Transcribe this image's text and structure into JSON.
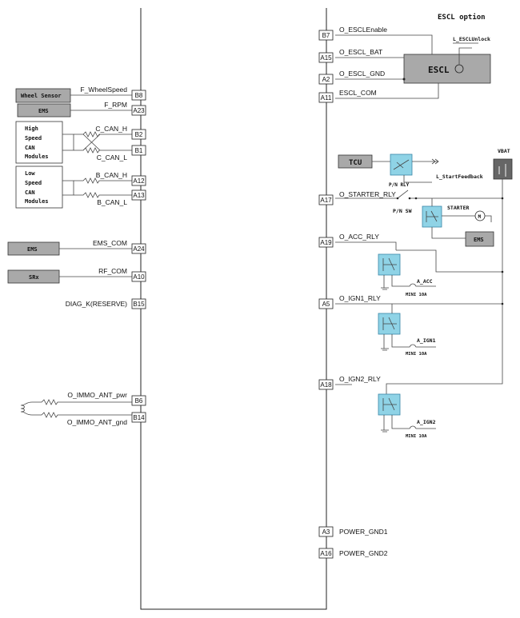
{
  "title": "ESCL option",
  "left_blocks": {
    "wheel_sensor": "Wheel Sensor",
    "ems1": "EMS",
    "hs_can": [
      "High",
      "Speed",
      "CAN",
      "Modules"
    ],
    "ls_can": [
      "Low",
      "Speed",
      "CAN",
      "Modules"
    ],
    "ems2": "EMS",
    "srx": "SRx"
  },
  "left_pins": [
    {
      "pin": "B8",
      "signal": "F_WheelSpeed"
    },
    {
      "pin": "A23",
      "signal": "F_RPM"
    },
    {
      "pin": "B2",
      "signal": "C_CAN_H"
    },
    {
      "pin": "B1",
      "signal": "C_CAN_L"
    },
    {
      "pin": "A12",
      "signal": "B_CAN_H"
    },
    {
      "pin": "A13",
      "signal": "B_CAN_L"
    },
    {
      "pin": "A24",
      "signal": "EMS_COM"
    },
    {
      "pin": "A10",
      "signal": "RF_COM"
    },
    {
      "pin": "B15",
      "signal": "DIAG_K(RESERVE)"
    },
    {
      "pin": "B6",
      "signal": "O_IMMO_ANT_pwr"
    },
    {
      "pin": "B14",
      "signal": "O_IMMO_ANT_gnd"
    }
  ],
  "right_pins": [
    {
      "pin": "B7",
      "signal": "O_ESCLEnable"
    },
    {
      "pin": "A15",
      "signal": "O_ESCL_BAT"
    },
    {
      "pin": "A2",
      "signal": "O_ESCL_GND"
    },
    {
      "pin": "A11",
      "signal": "ESCL_COM"
    },
    {
      "pin": "A17",
      "signal": "O_STARTER_RLY"
    },
    {
      "pin": "A19",
      "signal": "O_ACC_RLY"
    },
    {
      "pin": "A5",
      "signal": "O_IGN1_RLY"
    },
    {
      "pin": "A18",
      "signal": "O_IGN2_RLY"
    },
    {
      "pin": "A3",
      "signal": "POWER_GND1"
    },
    {
      "pin": "A16",
      "signal": "POWER_GND2"
    }
  ],
  "right_blocks": {
    "escl": "ESCL",
    "escl_unlock": "L_ESCLUnlock",
    "tcu": "TCU",
    "pn_rly": "P/N RLY",
    "start_feedback": "L_StartFeedback",
    "vbat": "VBAT",
    "pn_sw": "P/N SW",
    "starter": "STARTER",
    "motor": "M",
    "ems": "EMS",
    "a_acc": "A_ACC",
    "a_ign1": "A_IGN1",
    "a_ign2": "A_IGN2",
    "fuse": "MINI 10A"
  }
}
